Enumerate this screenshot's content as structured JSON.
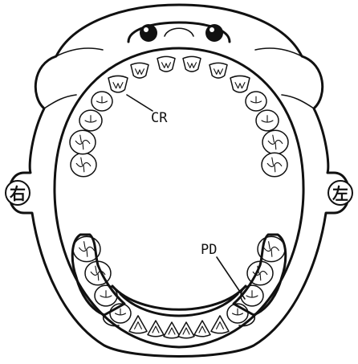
{
  "labels": {
    "crown": "CR",
    "partial_denture": "PD",
    "right": "右",
    "left": "左"
  },
  "teeth": {
    "upper": [
      {
        "id": "U-R7",
        "type": "molar"
      },
      {
        "id": "U-R6",
        "type": "molar"
      },
      {
        "id": "U-R5",
        "type": "premolar"
      },
      {
        "id": "U-R4",
        "type": "premolar"
      },
      {
        "id": "U-R3",
        "type": "canine"
      },
      {
        "id": "U-R2",
        "type": "incisor"
      },
      {
        "id": "U-R1",
        "type": "incisor"
      },
      {
        "id": "U-L1",
        "type": "incisor"
      },
      {
        "id": "U-L2",
        "type": "incisor"
      },
      {
        "id": "U-L3",
        "type": "canine"
      },
      {
        "id": "U-L4",
        "type": "premolar"
      },
      {
        "id": "U-L5",
        "type": "premolar"
      },
      {
        "id": "U-L6",
        "type": "molar"
      },
      {
        "id": "U-L7",
        "type": "molar"
      }
    ],
    "lower": [
      {
        "id": "L-R7",
        "type": "molar"
      },
      {
        "id": "L-R6",
        "type": "molar"
      },
      {
        "id": "L-R5",
        "type": "premolar"
      },
      {
        "id": "L-R4",
        "type": "premolar"
      },
      {
        "id": "L-R3",
        "type": "canine"
      },
      {
        "id": "L-R2",
        "type": "incisor"
      },
      {
        "id": "L-R1",
        "type": "incisor"
      },
      {
        "id": "L-L1",
        "type": "incisor"
      },
      {
        "id": "L-L2",
        "type": "incisor"
      },
      {
        "id": "L-L3",
        "type": "canine"
      },
      {
        "id": "L-L4",
        "type": "premolar"
      },
      {
        "id": "L-L5",
        "type": "premolar"
      },
      {
        "id": "L-L6",
        "type": "molar"
      },
      {
        "id": "L-L7",
        "type": "molar"
      }
    ]
  },
  "icons": {
    "nostrils": "nostril-icon",
    "ears": "ear-icon"
  }
}
